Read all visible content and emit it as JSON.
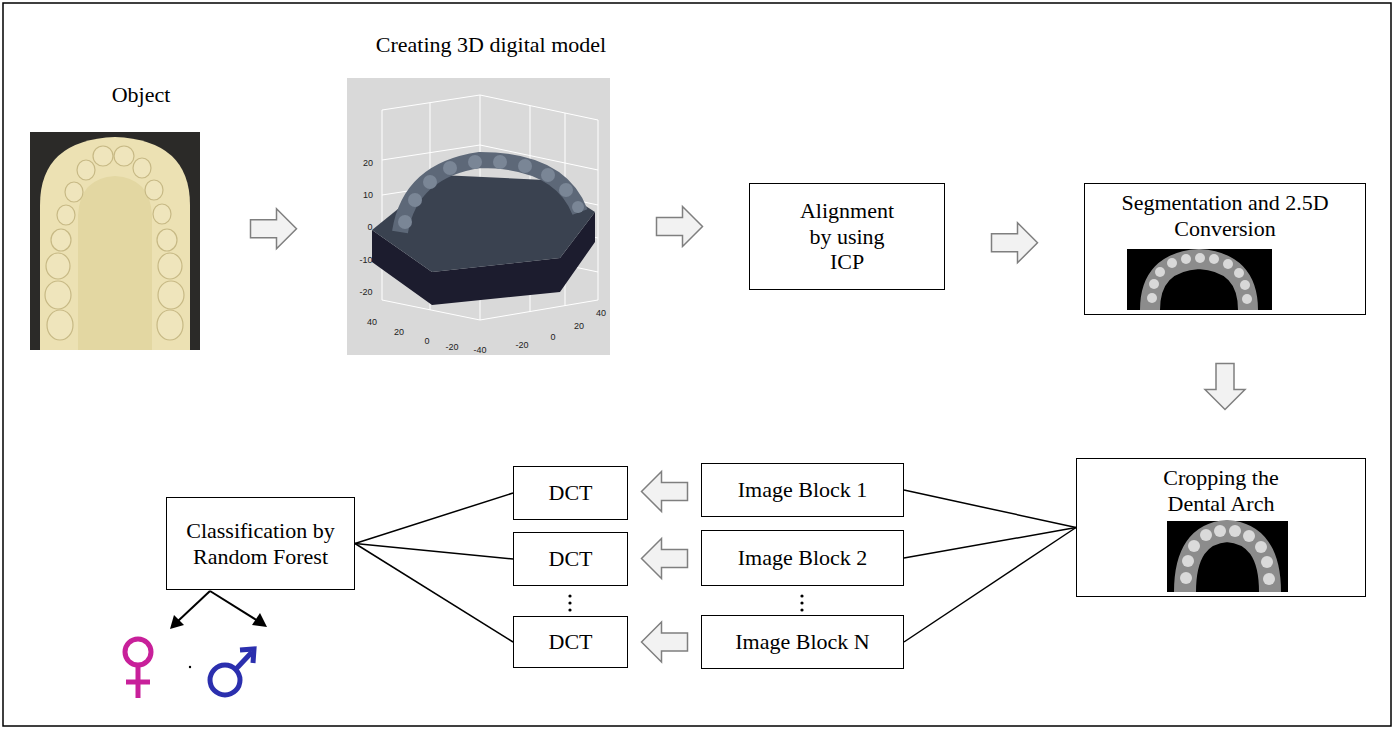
{
  "diagram": {
    "nodes": [
      {
        "text": [
          "Object"
        ]
      },
      {
        "text": [
          "Creating 3D digital model"
        ]
      },
      {
        "text": [
          "Alignment by using ICP"
        ]
      },
      {
        "text": [
          "Segmentation and 2.5D Conversion"
        ]
      },
      {
        "text": [
          "Cropping the Dental Arch"
        ]
      },
      {
        "text": [
          "Image Block 1"
        ]
      },
      {
        "text": [
          "Image Block 2"
        ]
      },
      {
        "text": [
          "Image Block N"
        ]
      },
      {
        "text": [
          "DCT"
        ]
      },
      {
        "text": [
          "DCT"
        ]
      },
      {
        "text": [
          "DCT"
        ]
      },
      {
        "text": [
          "Classification by Random Forest"
        ]
      }
    ],
    "edges": [
      {
        "from": 0,
        "to": 1,
        "arrow": "to"
      },
      {
        "from": 1,
        "to": 2,
        "arrow": "to"
      },
      {
        "from": 2,
        "to": 3,
        "arrow": "to"
      },
      {
        "from": 3,
        "to": 4,
        "arrow": "to"
      },
      {
        "from": 4,
        "to": 5,
        "arrow": "none"
      },
      {
        "from": 4,
        "to": 6,
        "arrow": "none"
      },
      {
        "from": 4,
        "to": 7,
        "arrow": "none"
      },
      {
        "from": 5,
        "to": 8,
        "arrow": "to"
      },
      {
        "from": 6,
        "to": 9,
        "arrow": "to"
      },
      {
        "from": 7,
        "to": 10,
        "arrow": "to"
      },
      {
        "from": 8,
        "to": 11,
        "arrow": "none"
      },
      {
        "from": 9,
        "to": 11,
        "arrow": "none"
      },
      {
        "from": 10,
        "to": 11,
        "arrow": "none"
      }
    ],
    "labels": [
      "20",
      "10",
      "0",
      "-10",
      "-20",
      "40",
      "20",
      "0",
      "-20",
      "-40",
      "-20",
      "0",
      "20",
      "40"
    ]
  }
}
